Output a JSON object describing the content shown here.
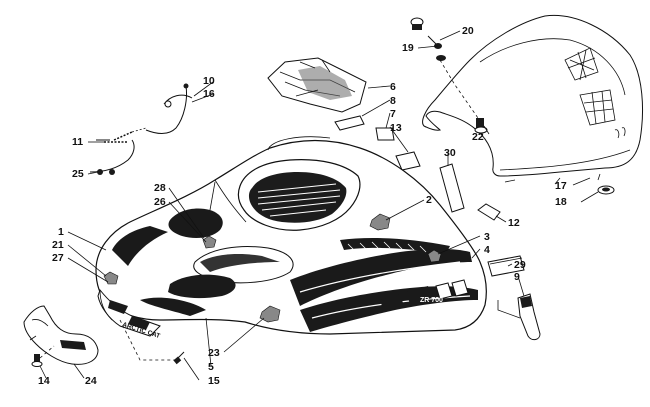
{
  "diagram": {
    "brand_decal_text": "ARCTIC CAT",
    "model_decal_text": "ZR 700",
    "colors": {
      "line": "#111111",
      "background": "#ffffff",
      "fill_dark": "#1a1a1a",
      "fill_gray": "#9a9a9a"
    },
    "callouts": {
      "c1": "1",
      "c2": "2",
      "c3": "3",
      "c4": "4",
      "c5": "5",
      "c6": "6",
      "c7": "7",
      "c8": "8",
      "c9": "9",
      "c10": "10",
      "c11": "11",
      "c12": "12",
      "c13": "13",
      "c14": "14",
      "c15": "15",
      "c16": "16",
      "c17": "17",
      "c18": "18",
      "c19": "19",
      "c20": "20",
      "c21": "21",
      "c22": "22",
      "c23": "23",
      "c24": "24",
      "c25": "25",
      "c26": "26",
      "c27": "27",
      "c28": "28",
      "c29": "29",
      "c30": "30"
    }
  }
}
